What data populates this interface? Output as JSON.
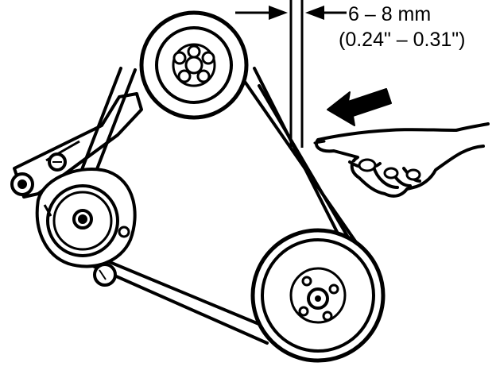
{
  "deflection": {
    "label_mm": "6 – 8 mm",
    "label_in": "(0.24\" – 0.31\")"
  },
  "icons": {
    "arrow": "push-direction-arrow",
    "hand": "pressing-hand-icon"
  },
  "colors": {
    "ink": "#000000",
    "paper": "#ffffff"
  }
}
